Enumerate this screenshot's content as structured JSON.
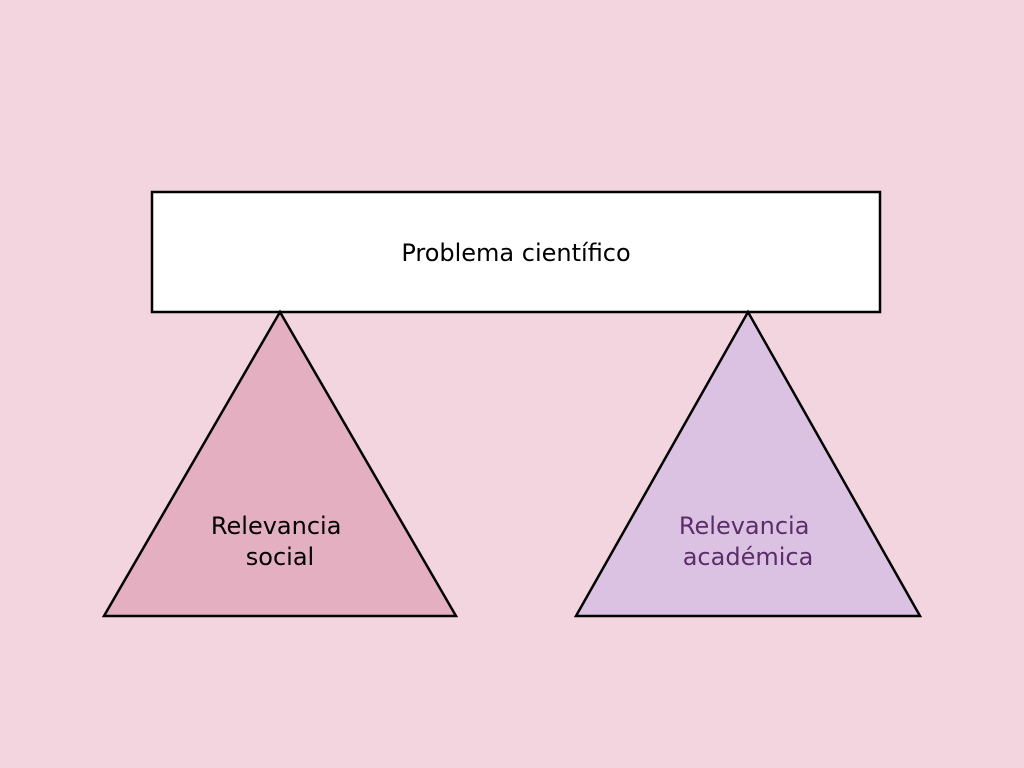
{
  "diagram": {
    "background_color": "#f2d5de",
    "box": {
      "label": "Problema científico",
      "fill": "#ffffff",
      "stroke": "#000000",
      "text_color": "#000000"
    },
    "left_triangle": {
      "label_line1": "Relevancia",
      "label_line2": "social",
      "fill": "#e3afc1",
      "stroke": "#000000",
      "text_color": "#000000"
    },
    "right_triangle": {
      "label_line1": "Relevancia",
      "label_line2": "académica",
      "fill": "#dcc2e2",
      "stroke": "#000000",
      "text_color": "#5b2d69"
    }
  }
}
